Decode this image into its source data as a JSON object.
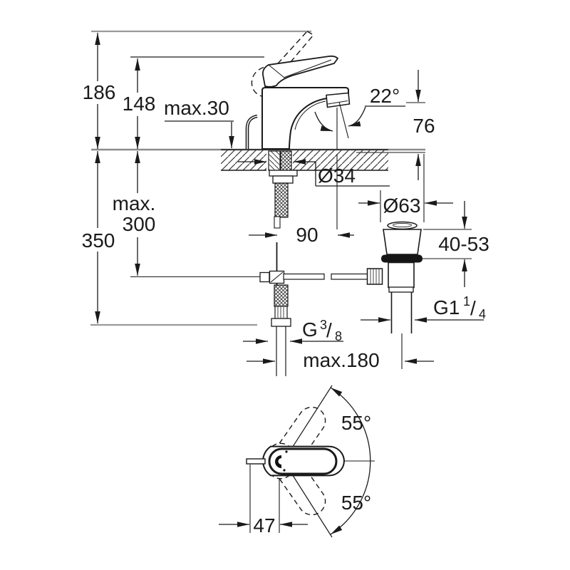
{
  "drawing": {
    "colors": {
      "line": "#1a1a1a",
      "ref_line": "#9a9a9a",
      "background": "#ffffff"
    },
    "side_view": {
      "dim_186": "186",
      "dim_148": "148",
      "dim_max30": "max.30",
      "angle_22": "22°",
      "dim_76": "76",
      "dia_34": "Ø34",
      "dim_max_word": "max.",
      "dim_300": "300",
      "dim_350": "350",
      "dim_90": "90",
      "dia_63": "Ø63",
      "dim_40_53": "40-53",
      "thread_g114": {
        "main": "G1",
        "sup": "1",
        "slash": "/",
        "sub": "4"
      },
      "thread_g38": {
        "main": "G",
        "sup": "3",
        "slash": "/",
        "sub": "8"
      },
      "dim_max180": "max.180"
    },
    "top_view": {
      "angle_55_upper": "55°",
      "angle_55_lower": "55°",
      "dim_47": "47"
    }
  }
}
